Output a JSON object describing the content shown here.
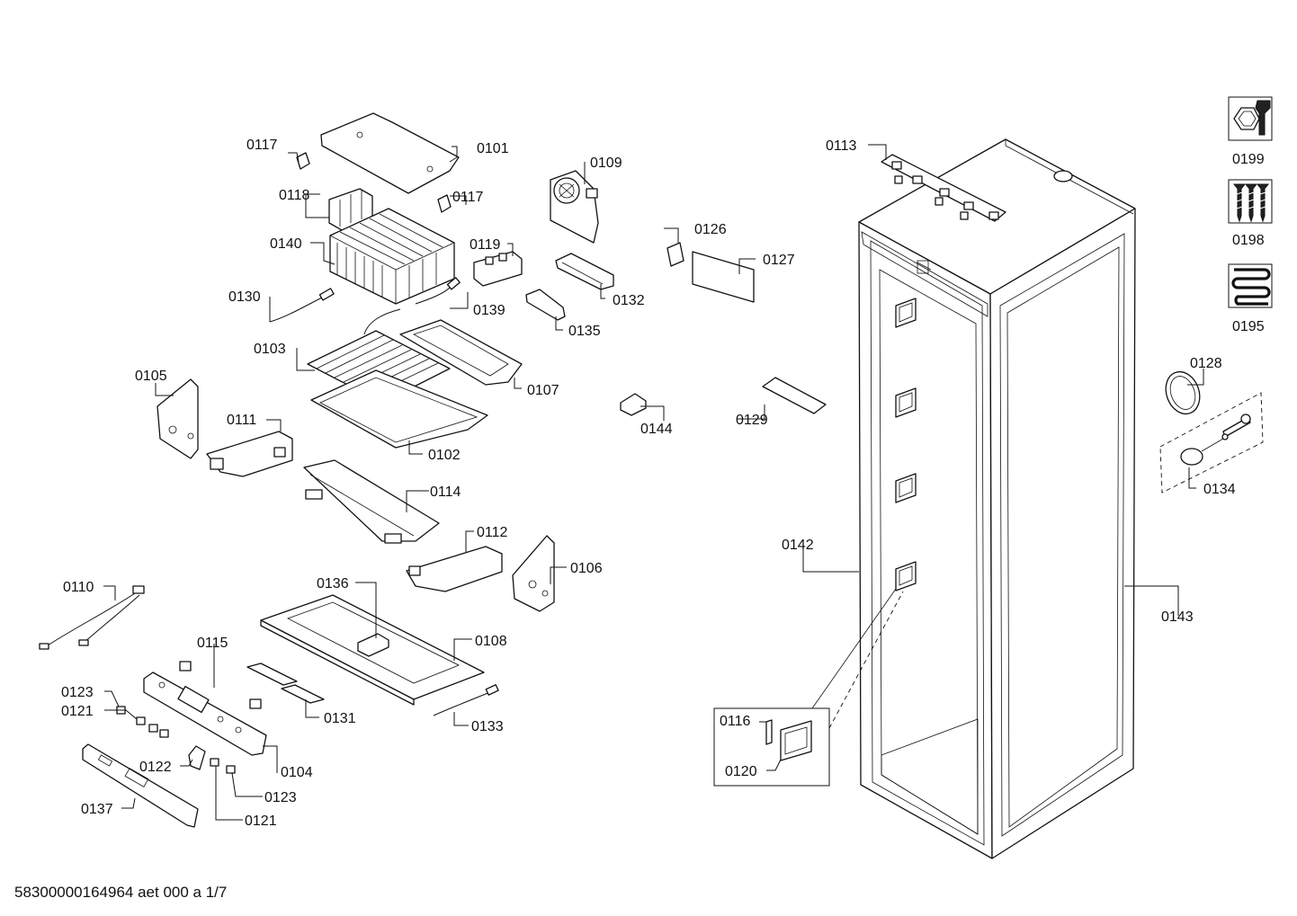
{
  "parts": {
    "p0101": "0101",
    "p0102": "0102",
    "p0103": "0103",
    "p0104": "0104",
    "p0105": "0105",
    "p0106": "0106",
    "p0107": "0107",
    "p0108": "0108",
    "p0109": "0109",
    "p0110": "0110",
    "p0111": "0111",
    "p0112": "0112",
    "p0113": "0113",
    "p0114": "0114",
    "p0115": "0115",
    "p0116": "0116",
    "p0117": "0117",
    "p0118": "0118",
    "p0119": "0119",
    "p0120": "0120",
    "p0121": "0121",
    "p0122": "0122",
    "p0123": "0123",
    "p0126": "0126",
    "p0127": "0127",
    "p0128": "0128",
    "p0129": "0129",
    "p0130": "0130",
    "p0131": "0131",
    "p0132": "0132",
    "p0133": "0133",
    "p0134": "0134",
    "p0135": "0135",
    "p0136": "0136",
    "p0137": "0137",
    "p0139": "0139",
    "p0140": "0140",
    "p0142": "0142",
    "p0143": "0143",
    "p0144": "0144"
  },
  "legend": {
    "tools": "0199",
    "screws": "0198",
    "heater": "0195"
  },
  "legend_icons": [
    "tools-icon",
    "screws-icon",
    "heater-coil-icon"
  ],
  "footer": "58300000164964 aet 000 a 1/7"
}
